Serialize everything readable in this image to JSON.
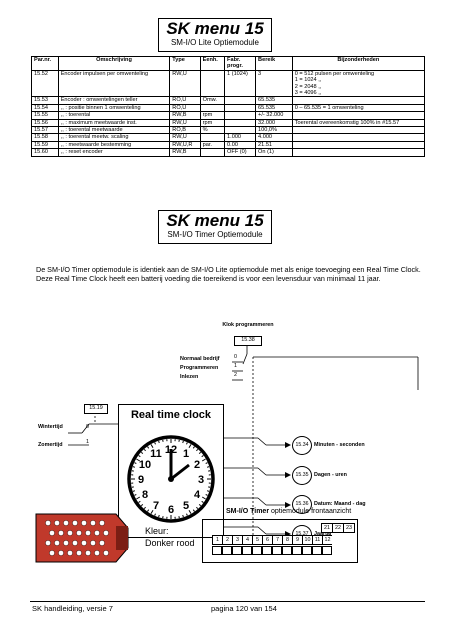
{
  "section1": {
    "title": "SK menu 15",
    "subtitle": "SM-I/O Lite Optiemodule"
  },
  "table": {
    "headers": [
      "Par.nr.",
      "Omschrijving",
      "Type",
      "Eenh.",
      "Fabr. progr.",
      "Bereik",
      "Bijzonderheden"
    ],
    "rows": [
      [
        "15.52",
        "Encoder impulsen per omwenteling",
        "RW,U",
        "",
        "1 (1024)",
        "3",
        "0 = 512  pulsen per omwenteling|1 = 1024        ,,|2 = 2048        ,,|3 = 4096        ,,"
      ],
      [
        "15.53",
        "Encoder : omwentelingen teller",
        "RO,U",
        "Omw.",
        "",
        "65.535",
        ""
      ],
      [
        "15.54",
        "  ,,        : positie binnen 1 omwenteling",
        "RO,U",
        "",
        "",
        "65.535",
        "0 – 65.535 = 1 omwenteling"
      ],
      [
        "15.55",
        "  ,,        : toerental",
        "RW,B",
        "rpm",
        "",
        "+/- 32.000",
        ""
      ],
      [
        "15.56",
        "  ,,        : maximum meetwaarde inst.",
        "RW,U",
        "rpm",
        "",
        "32.000",
        "Toerental overeenkomstig 100% in #15.57"
      ],
      [
        "15.57",
        "  ,,        : toerental meetwaarde",
        "RO,B",
        "%",
        "",
        "100,0%",
        ""
      ],
      [
        "15.58",
        "  ,,        : toerental meetw. scaling",
        "RW,U",
        "",
        "1.000",
        "4.000",
        ""
      ],
      [
        "15.59",
        "  ,,        : meetwaarde bestemming",
        "RW,U,R",
        "par.",
        "0.00",
        "21.51",
        ""
      ],
      [
        "15.60",
        "  ,,        : reset encoder",
        "RW,B",
        "",
        "OFF (0)",
        "On (1)",
        ""
      ]
    ]
  },
  "section2": {
    "title": "SK menu 15",
    "subtitle": "SM-I/O Timer Optiemodule",
    "paragraph": "De SM-I/O Timer optiemodule is identiek aan de SM-I/O Lite optiemodule met als enige toevoeging een Real Time Clock. Deze Real Time Clock heeft een batterij voeding die toereikend is voor een levensduur van minimaal 11 jaar."
  },
  "diagram": {
    "klok_label": "Klok programmeren",
    "klok_param": "15.38",
    "modes": [
      {
        "label": "Normaal bedrijf",
        "value": "0"
      },
      {
        "label": "Programmeren",
        "value": "1"
      },
      {
        "label": "Inlezen",
        "value": "2"
      }
    ],
    "season_param": "15.19",
    "wintertijd": "Wintertijd",
    "wintertijd_value": "0",
    "zomertijd": "Zomertijd",
    "zomertijd_value": "1",
    "rtc_label": "Real time clock",
    "outputs": [
      {
        "param": "15.34",
        "label": "Minuten - seconden"
      },
      {
        "param": "15.35",
        "label": "Dagen - uren"
      },
      {
        "param": "15.36",
        "label": "Datum: Maand - dag"
      },
      {
        "param": "15.37",
        "label": "Jaartal"
      }
    ],
    "clock_numbers": [
      "12",
      "1",
      "2",
      "3",
      "4",
      "5",
      "6",
      "7",
      "8",
      "9",
      "10",
      "11"
    ]
  },
  "module": {
    "connector_label": "Kleur:",
    "connector_color_name": "Donker rood",
    "connector_color": "#c0392b",
    "front_title_bold": "SM-I/O Timer",
    "front_title_rest": " optiemodule frontaanzicht",
    "terminals_top": [
      "21",
      "22",
      "23"
    ],
    "terminals_bottom": [
      "1",
      "2",
      "3",
      "4",
      "5",
      "6",
      "7",
      "8",
      "9",
      "10",
      "11",
      "12"
    ]
  },
  "footer": {
    "left": "SK handleiding, versie 7",
    "center": "pagina 120 van 154"
  }
}
